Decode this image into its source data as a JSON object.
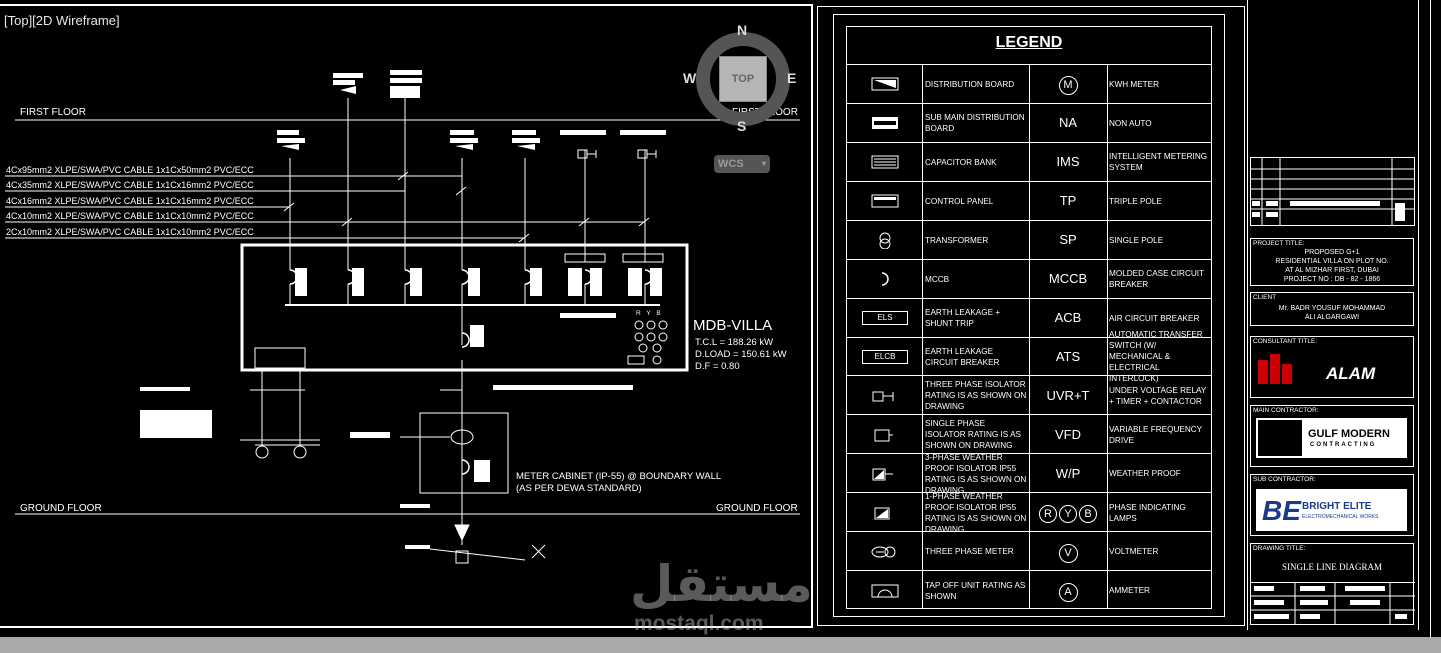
{
  "viewport": {
    "label": "[Top][2D Wireframe]"
  },
  "viewcube": {
    "north": "N",
    "south": "S",
    "east": "E",
    "west": "W",
    "face": "TOP",
    "ucs": "WCS"
  },
  "floors": {
    "first_left": "FIRST FLOOR",
    "first_right": "FIRST FLOOR",
    "ground_left": "GROUND FLOOR",
    "ground_right": "GROUND FLOOR"
  },
  "cables": [
    "4Cx95mm2 XLPE/SWA/PVC CABLE 1x1Cx50mm2 PVC/ECC",
    "4Cx35mm2 XLPE/SWA/PVC CABLE 1x1Cx16mm2 PVC/ECC",
    "4Cx16mm2 XLPE/SWA/PVC CABLE 1x1Cx16mm2 PVC/ECC",
    "4Cx10mm2 XLPE/SWA/PVC CABLE 1x1Cx10mm2 PVC/ECC",
    "2Cx10mm2 XLPE/SWA/PVC CABLE 1x1Cx10mm2 PVC/ECC"
  ],
  "mdb": {
    "title": "MDB-VILLA",
    "tcl": "T.C.L = 188.26 kW",
    "dload": "D.LOAD = 150.61 kW",
    "df": "D.F = 0.80",
    "ryb": "R Y B"
  },
  "meter_cabinet": {
    "line1": "METER CABINET (IP-55) @ BOUNDARY WALL",
    "line2": "(AS PER DEWA STANDARD)"
  },
  "legend": {
    "title": "LEGEND",
    "rows": [
      {
        "left_desc": "DISTRIBUTION BOARD",
        "right_abbr": "M",
        "right_desc": "KWH METER",
        "left_icon": "distribution-board-icon",
        "right_circled": true
      },
      {
        "left_desc": "SUB MAIN DISTRIBUTION BOARD",
        "right_abbr": "NA",
        "right_desc": "NON AUTO",
        "left_icon": "smdb-icon",
        "right_circled": false
      },
      {
        "left_desc": "CAPACITOR BANK",
        "right_abbr": "IMS",
        "right_desc": "INTELLIGENT METERING SYSTEM",
        "left_icon": "capacitor-bank-icon",
        "right_circled": false
      },
      {
        "left_desc": "CONTROL PANEL",
        "right_abbr": "TP",
        "right_desc": "TRIPLE POLE",
        "left_icon": "control-panel-icon",
        "right_circled": false
      },
      {
        "left_desc": "TRANSFORMER",
        "right_abbr": "SP",
        "right_desc": "SINGLE POLE",
        "left_icon": "transformer-icon",
        "right_circled": false
      },
      {
        "left_desc": "MCCB",
        "right_abbr": "MCCB",
        "right_desc": "MOLDED CASE CIRCUIT BREAKER",
        "left_icon": "mccb-icon",
        "right_circled": false
      },
      {
        "left_desc": "EARTH LEAKAGE + SHUNT TRIP",
        "right_abbr": "ACB",
        "right_desc": "AIR CIRCUIT BREAKER",
        "left_icon": "els-icon",
        "left_box": "ELS",
        "right_circled": false
      },
      {
        "left_desc": "EARTH LEAKAGE CIRCUIT BREAKER",
        "right_abbr": "ATS",
        "right_desc": "AUTOMATIC TRANSFER SWITCH (W/ MECHANICAL & ELECTRICAL INTERLOCK)",
        "left_icon": "elcb-icon",
        "left_box": "ELCB",
        "right_circled": false
      },
      {
        "left_desc": "THREE PHASE ISOLATOR RATING IS AS SHOWN ON DRAWING",
        "right_abbr": "UVR+T",
        "right_desc": "UNDER VOLTAGE RELAY + TIMER + CONTACTOR",
        "left_icon": "three-phase-isolator-icon",
        "right_circled": false
      },
      {
        "left_desc": "SINGLE PHASE ISOLATOR RATING IS AS SHOWN ON DRAWING",
        "right_abbr": "VFD",
        "right_desc": "VARIABLE FREQUENCY DRIVE",
        "left_icon": "single-phase-isolator-icon",
        "right_circled": false
      },
      {
        "left_desc": "3-PHASE WEATHER PROOF ISOLATOR IP55 RATING IS AS SHOWN ON DRAWING",
        "right_abbr": "W/P",
        "right_desc": "WEATHER PROOF",
        "left_icon": "wp-3ph-isolator-icon",
        "right_circled": false
      },
      {
        "left_desc": "1-PHASE WEATHER PROOF ISOLATOR IP55 RATING IS AS SHOWN ON DRAWING",
        "right_abbr": "RYB",
        "right_desc": "PHASE INDICATING LAMPS",
        "left_icon": "wp-1ph-isolator-icon",
        "right_circled": true
      },
      {
        "left_desc": "THREE PHASE METER",
        "right_abbr": "V",
        "right_desc": "VOLTMETER",
        "left_icon": "three-phase-meter-icon",
        "right_circled": true
      },
      {
        "left_desc": "TAP OFF UNIT RATING AS SHOWN",
        "right_abbr": "A",
        "right_desc": "AMMETER",
        "left_icon": "tap-off-unit-icon",
        "right_circled": true
      }
    ]
  },
  "title_block": {
    "project_title_label": "PROJECT TITLE:",
    "project_lines": [
      "PROPOSED G+1",
      "RESIDENTIAL VILLA ON PLOT NO.",
      "AT AL MIZHAR FIRST, DUBAI",
      "PROJECT NO : DB - 82 - 1866"
    ],
    "client_label": "CLIENT",
    "client_lines": [
      "Mr. BADR YOUSUF MOHAMMAD",
      "ALI ALGARGAWI"
    ],
    "consultant_label": "CONSULTANT TITLE:",
    "consultant_logo_text": "ALAM",
    "main_contractor_label": "MAIN CONTRACTOR:",
    "main_contractor_name": "GULF MODERN",
    "main_contractor_sub": "CONTRACTING",
    "sub_contractor_label": "SUB CONTRACTOR:",
    "sub_contractor_name": "BRIGHT ELITE",
    "sub_contractor_sub": "ELECTROMECHANICAL WORKS",
    "drawing_title_label": "DRAWING TITLE:",
    "drawing_title": "SINGLE LINE DIAGRAM"
  },
  "watermark": {
    "arabic": "مستقل",
    "latin": "mostaql.com"
  }
}
